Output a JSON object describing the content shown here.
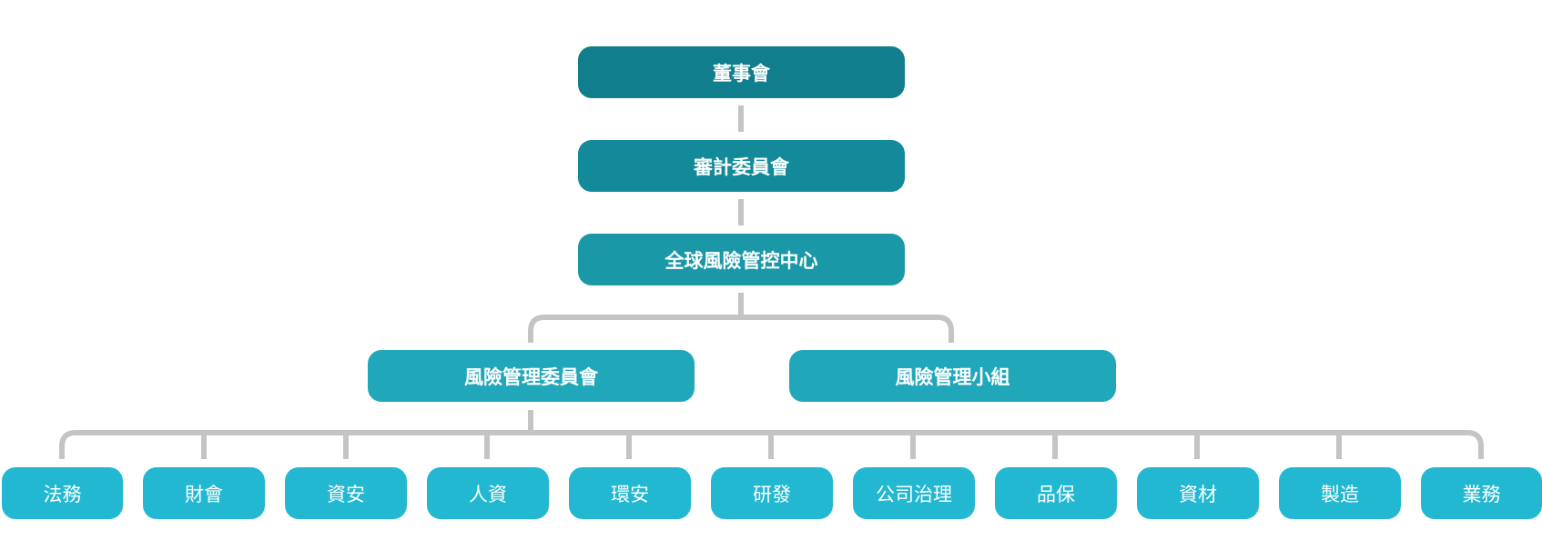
{
  "org_chart": {
    "board": "董事會",
    "audit_committee": "審計委員會",
    "risk_center": "全球風險管控中心",
    "committees": [
      "風險管理委員會",
      "風險管理小組"
    ],
    "departments": [
      "法務",
      "財會",
      "資安",
      "人資",
      "環安",
      "研發",
      "公司治理",
      "品保",
      "資材",
      "製造",
      "業務"
    ]
  },
  "colors": {
    "level0": "#107e8c",
    "level1": "#138a99",
    "level2": "#1a98a8",
    "level3": "#21a7ba",
    "level4": "#23b8d1",
    "connector": "#c4c4c4"
  }
}
